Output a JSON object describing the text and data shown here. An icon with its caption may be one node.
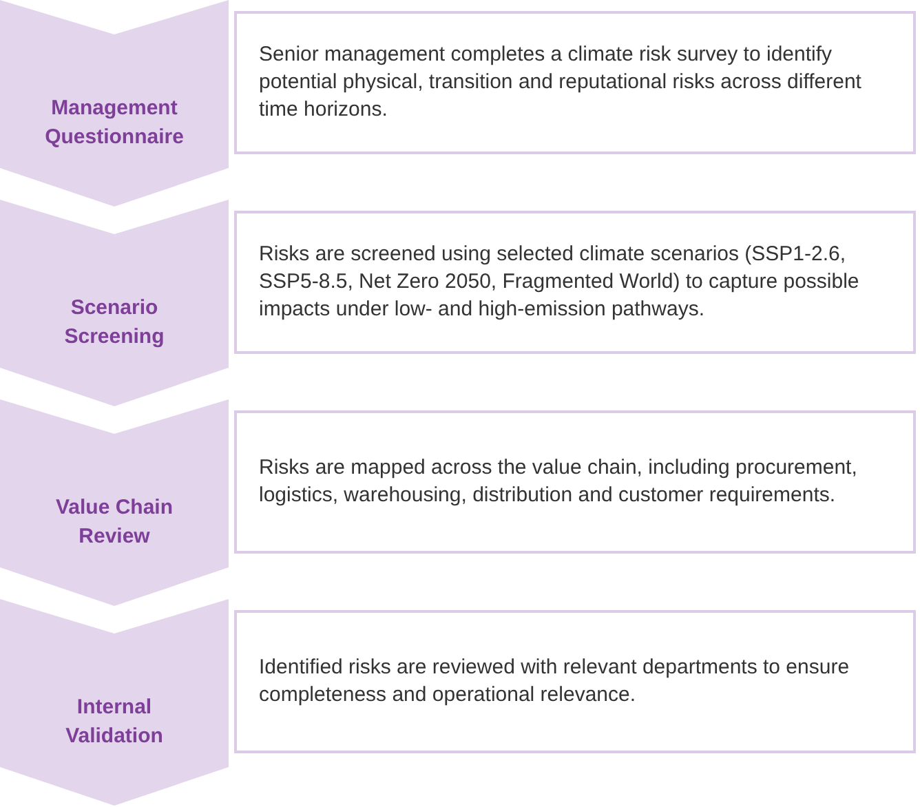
{
  "diagram": {
    "nodes": [
      {
        "text": [
          "Management Questionnaire"
        ]
      },
      {
        "text": [
          "Senior management completes a climate risk survey to identify potential physical, transition and reputational risks across different time horizons."
        ]
      },
      {
        "text": [
          "Scenario Screening"
        ]
      },
      {
        "text": [
          "Risks are screened using selected climate scenarios (SSP1-2.6, SSP5-8.5, Net Zero 2050, Fragmented World) to capture possible impacts under low- and high-emission pathways."
        ]
      },
      {
        "text": [
          "Value Chain Review"
        ]
      },
      {
        "text": [
          "Risks are mapped across the value chain, including procurement, logistics, warehousing, distribution and customer requirements."
        ]
      },
      {
        "text": [
          "Internal Validation"
        ]
      },
      {
        "text": [
          "Identified risks are reviewed with relevant departments to ensure completeness and operational relevance."
        ]
      }
    ]
  }
}
